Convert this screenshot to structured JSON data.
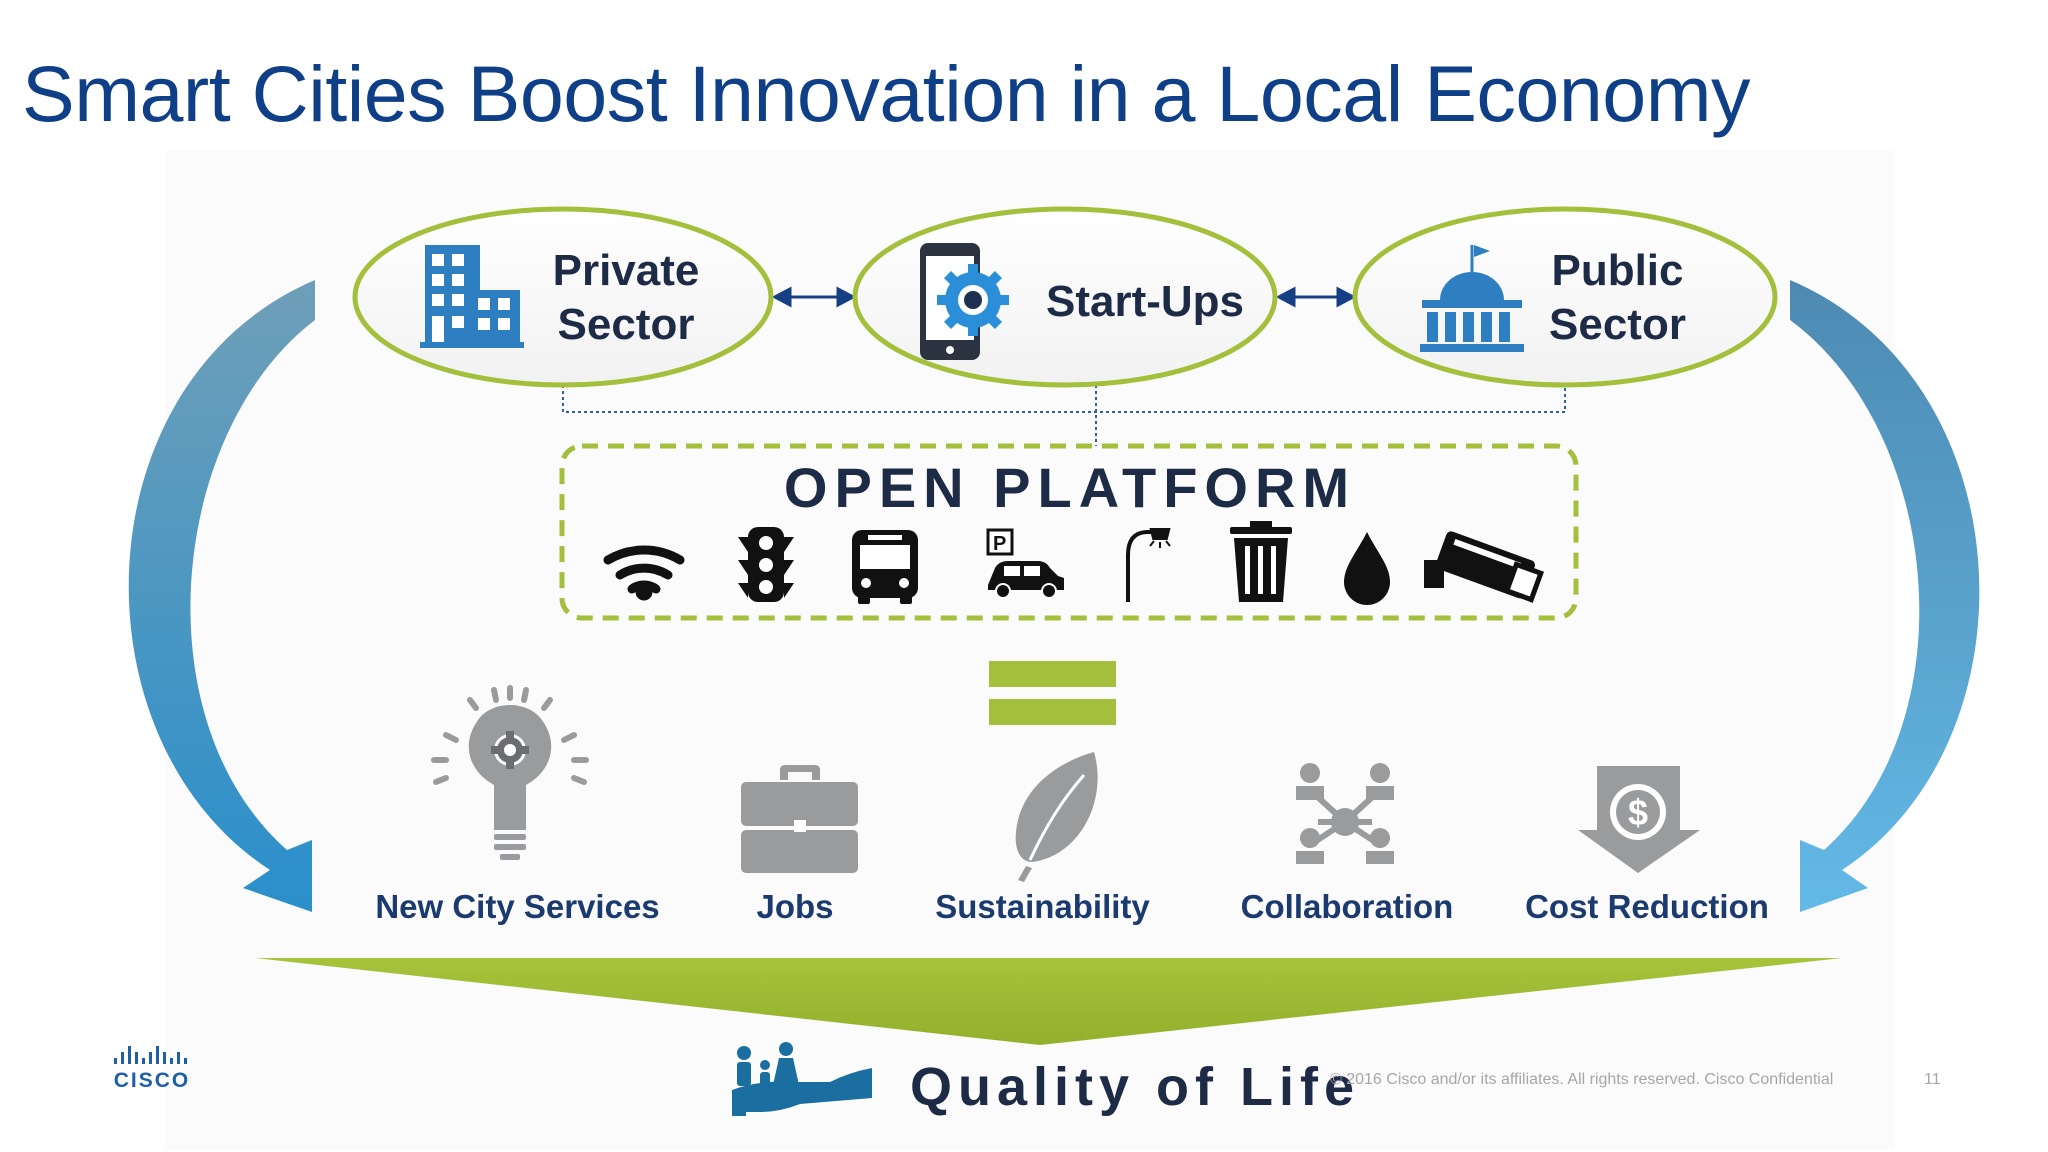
{
  "slide": {
    "title": "Smart Cities Boost Innovation in a Local Economy"
  },
  "stakeholders": [
    {
      "line1": "Private",
      "line2": "Sector",
      "icon": "office-building-icon"
    },
    {
      "line1": "Start-Ups",
      "line2": "",
      "icon": "smartphone-gear-icon"
    },
    {
      "line1": "Public",
      "line2": "Sector",
      "icon": "government-building-icon"
    }
  ],
  "platform": {
    "title": "OPEN PLATFORM",
    "icons": [
      "wifi-icon",
      "traffic-light-icon",
      "bus-icon",
      "parking-car-icon",
      "street-light-icon",
      "trash-bin-icon",
      "water-drop-icon",
      "security-camera-icon"
    ]
  },
  "benefits": [
    {
      "label": "New City Services",
      "icon": "lightbulb-gear-icon"
    },
    {
      "label": "Jobs",
      "icon": "briefcase-icon"
    },
    {
      "label": "Sustainability",
      "icon": "leaf-icon"
    },
    {
      "label": "Collaboration",
      "icon": "collaboration-network-icon"
    },
    {
      "label": "Cost Reduction",
      "icon": "dollar-down-arrow-icon"
    }
  ],
  "outcome": {
    "label": "Quality of Life",
    "icon": "family-hand-icon"
  },
  "footer": {
    "copyright": "© 2016  Cisco and/or its affiliates. All rights reserved.   Cisco Confidential",
    "page_number": "11",
    "brand": "CISCO"
  },
  "colors": {
    "title_blue": "#0e3f87",
    "oval_green": "#a3bf3b",
    "icon_blue": "#2e7fc1",
    "text_dark": "#1d2b47",
    "benefit_blue": "#1b3b70",
    "icon_gray": "#9a9b9d"
  }
}
